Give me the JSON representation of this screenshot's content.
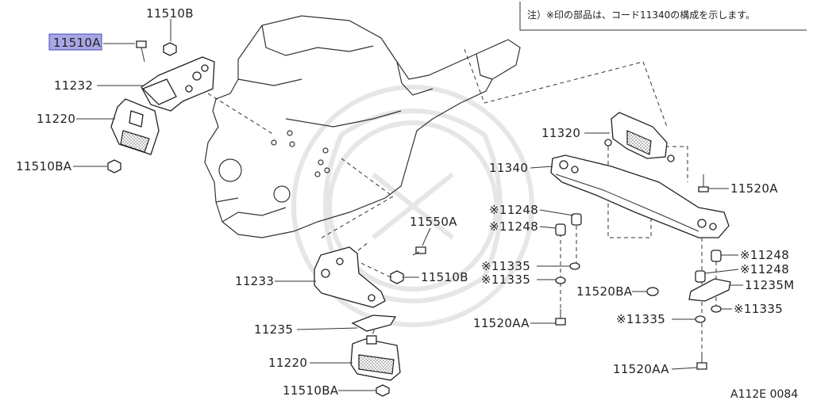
{
  "note": "注）※印の部品は、コード11340の構成を示します。",
  "diagram_code": "A112E 0084",
  "colors": {
    "highlight": "#a9a6e6",
    "highlight_border": "#4a46b8",
    "line": "#333333"
  },
  "labels": {
    "p11510B_top": "11510B",
    "p11510A": "11510A",
    "p11232": "11232",
    "p11220_top": "11220",
    "p11510BA_top": "11510BA",
    "p11320": "11320",
    "p11340": "11340",
    "p11520A": "11520A",
    "p11248_a": "※11248",
    "p11248_b": "※11248",
    "p11550A": "11550A",
    "p11335_a": "※11335",
    "p11335_b": "※11335",
    "p11510B_bot": "11510B",
    "p11233": "11233",
    "p11520BA": "11520BA",
    "p11248_c": "※11248",
    "p11248_d": "※11248",
    "p11235M": "11235M",
    "p11335_c": "※11335",
    "p11335_d": "※11335",
    "p11520AA_left": "11520AA",
    "p11235": "11235",
    "p11220_bot": "11220",
    "p11520AA_right": "11520AA",
    "p11510BA_bot": "11510BA"
  }
}
